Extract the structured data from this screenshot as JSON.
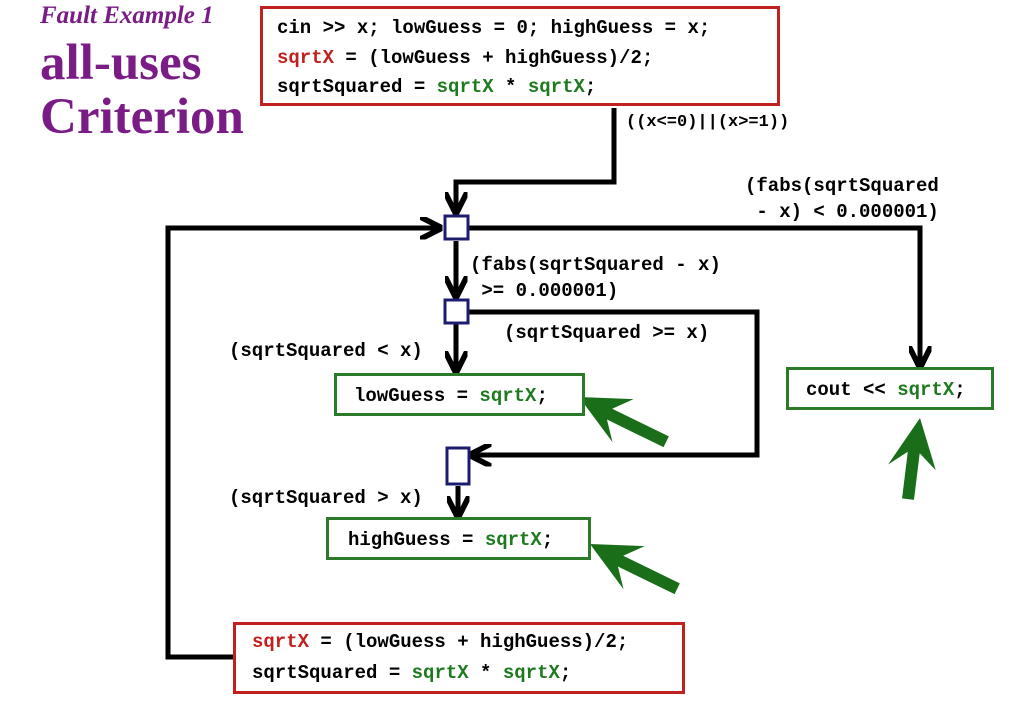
{
  "title": {
    "subtitle": "Fault Example 1",
    "line1": "all-uses",
    "line2": "Criterion"
  },
  "code": {
    "top": {
      "l1": "cin >> x; lowGuess = 0; highGuess = x;",
      "l2_var": "sqrtX",
      "l2_rest": " = (lowGuess + highGuess)/2;",
      "l3_a": "sqrtSquared = ",
      "l3_v1": "sqrtX",
      "l3_op": " * ",
      "l3_v2": "sqrtX",
      "l3_end": ";"
    },
    "low": {
      "lhs": "lowGuess = ",
      "var": "sqrtX",
      "end": ";"
    },
    "high": {
      "lhs": "highGuess = ",
      "var": "sqrtX",
      "end": ";"
    },
    "cout": {
      "lhs": "cout << ",
      "var": "sqrtX",
      "end": ";"
    },
    "bottom": {
      "l1_var": "sqrtX",
      "l1_rest": " = (lowGuess + highGuess)/2;",
      "l2_a": "sqrtSquared = ",
      "l2_v1": "sqrtX",
      "l2_op": " * ",
      "l2_v2": "sqrtX",
      "l2_end": ";"
    }
  },
  "labels": {
    "entry_condition": "((x<=0)||(x>=1))",
    "exit_condition_1": "(fabs(sqrtSquared",
    "exit_condition_2": " - x) < 0.000001)",
    "loop_condition_1": "(fabs(sqrtSquared - x)",
    "loop_condition_2": " >= 0.000001)",
    "ge_condition": "(sqrtSquared >= x)",
    "lt_condition": "(sqrtSquared < x)",
    "gt_condition": "(sqrtSquared > x)"
  },
  "colors": {
    "title": "#7a1c86",
    "def_box": "#c0201e",
    "use_box": "#2a7a2a",
    "use_arrow": "#1a6e1a"
  }
}
